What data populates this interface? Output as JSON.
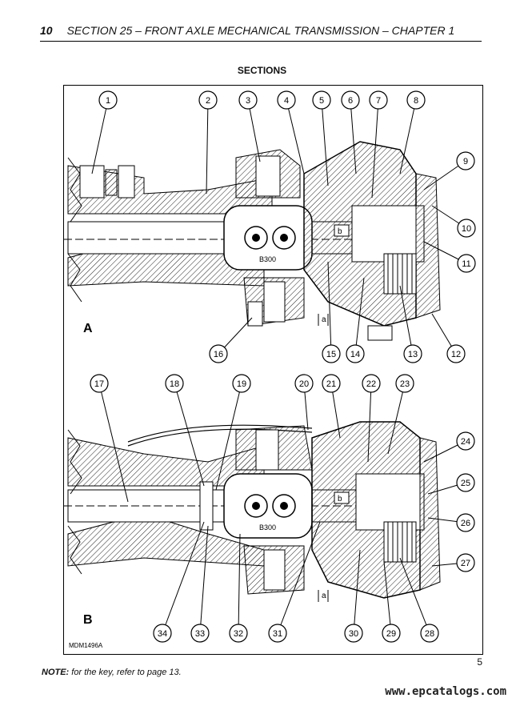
{
  "header": {
    "page_number": "10",
    "title": "SECTION 25 – FRONT AXLE MECHANICAL TRANSMISSION – CHAPTER 1"
  },
  "section_heading": "SECTIONS",
  "figure": {
    "view_a_label": "A",
    "view_b_label": "B",
    "code": "MDM1496A",
    "dim_a": "a",
    "dim_b": "b",
    "part_mark": "B300",
    "callouts_a": [
      "1",
      "2",
      "3",
      "4",
      "5",
      "6",
      "7",
      "8",
      "9",
      "10",
      "11",
      "12",
      "13",
      "14",
      "15",
      "16"
    ],
    "callouts_b": [
      "17",
      "18",
      "19",
      "20",
      "21",
      "22",
      "23",
      "24",
      "25",
      "26",
      "27",
      "28",
      "29",
      "30",
      "31",
      "32",
      "33",
      "34"
    ]
  },
  "note": {
    "label": "NOTE:",
    "text": "for the key, refer to page 13."
  },
  "page_number_bottom": "5",
  "watermark": "www.epcatalogs.com"
}
